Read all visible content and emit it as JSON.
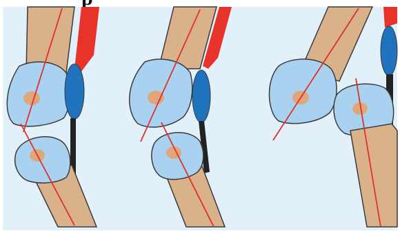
{
  "header": {
    "partial_text": "p"
  },
  "colors": {
    "background_panel": "#e2f1f9",
    "bone": "#d9b28b",
    "condyle": "#a9d2f1",
    "outline": "#3a3a3a",
    "axis_line": "#e0302b",
    "muscle": "#e8332a",
    "tendon_bulb": "#1f73bd",
    "ligament": "#222222",
    "center_marker": "#e0a67b"
  },
  "panels": [
    {
      "name": "panel-left",
      "stage": "extended"
    },
    {
      "name": "panel-middle",
      "stage": "slightly-flexed"
    },
    {
      "name": "panel-right",
      "stage": "flexed"
    }
  ]
}
